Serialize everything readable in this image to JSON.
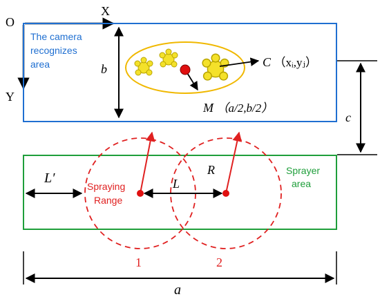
{
  "axes": {
    "origin": "O",
    "x": "X",
    "y": "Y"
  },
  "camera_area": {
    "label_lines": [
      "The camera",
      "recognizes",
      "area"
    ],
    "height_label": "b",
    "target_C": {
      "letter": "C",
      "coords": "（xᵢ,yⱼ）"
    },
    "target_M": {
      "letter": "M",
      "coords": "（a/2,b/2）"
    }
  },
  "gap_label": "c",
  "sprayer_area": {
    "label_lines": [
      "Sprayer",
      "area"
    ],
    "spray_label_lines": [
      "Spraying",
      "Range"
    ],
    "edge_offset_label": "L′",
    "spacing_label": "L",
    "radius_label": "R",
    "nozzles": [
      "1",
      "2"
    ]
  },
  "width_label": "a",
  "colors": {
    "camera_box": "#1f6fd1",
    "camera_text": "#1f6fd1",
    "sprayer_box": "#1e9e3a",
    "sprayer_text": "#1e9e3a",
    "spray_range": "#e02020",
    "weed_fill": "#f4e12a",
    "weed_stroke": "#b8a400",
    "ellipse": "#f0b800",
    "target_point": "#e01010",
    "ink": "#000000"
  }
}
